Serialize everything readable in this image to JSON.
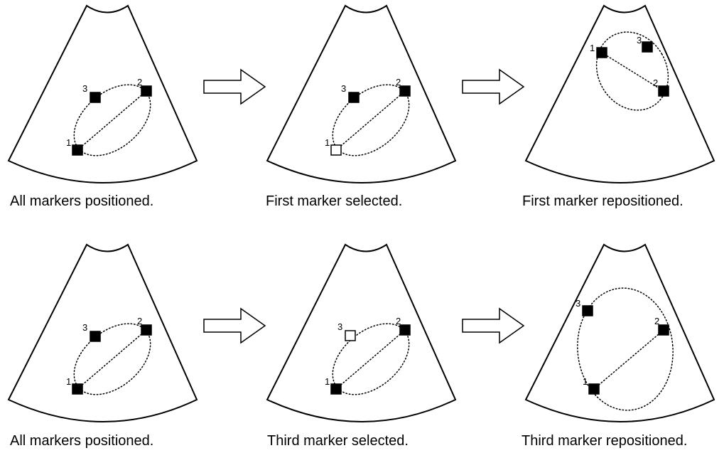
{
  "colors": {
    "marker_filled": "#000000",
    "marker_selected": "#ffffff",
    "line": "#000000"
  },
  "panels": [
    {
      "caption": "All markers positioned.",
      "markers": [
        {
          "label": "1",
          "state": "filled"
        },
        {
          "label": "2",
          "state": "filled"
        },
        {
          "label": "3",
          "state": "filled"
        }
      ]
    },
    {
      "caption": "First marker selected.",
      "markers": [
        {
          "label": "1",
          "state": "selected"
        },
        {
          "label": "2",
          "state": "filled"
        },
        {
          "label": "3",
          "state": "filled"
        }
      ]
    },
    {
      "caption": "First marker repositioned.",
      "markers": [
        {
          "label": "1",
          "state": "filled"
        },
        {
          "label": "2",
          "state": "filled"
        },
        {
          "label": "3",
          "state": "filled"
        }
      ]
    },
    {
      "caption": "All markers positioned.",
      "markers": [
        {
          "label": "1",
          "state": "filled"
        },
        {
          "label": "2",
          "state": "filled"
        },
        {
          "label": "3",
          "state": "filled"
        }
      ]
    },
    {
      "caption": "Third marker selected.",
      "markers": [
        {
          "label": "1",
          "state": "filled"
        },
        {
          "label": "2",
          "state": "filled"
        },
        {
          "label": "3",
          "state": "selected"
        }
      ]
    },
    {
      "caption": "Third marker repositioned.",
      "markers": [
        {
          "label": "1",
          "state": "filled"
        },
        {
          "label": "2",
          "state": "filled"
        },
        {
          "label": "3",
          "state": "filled"
        }
      ]
    }
  ]
}
